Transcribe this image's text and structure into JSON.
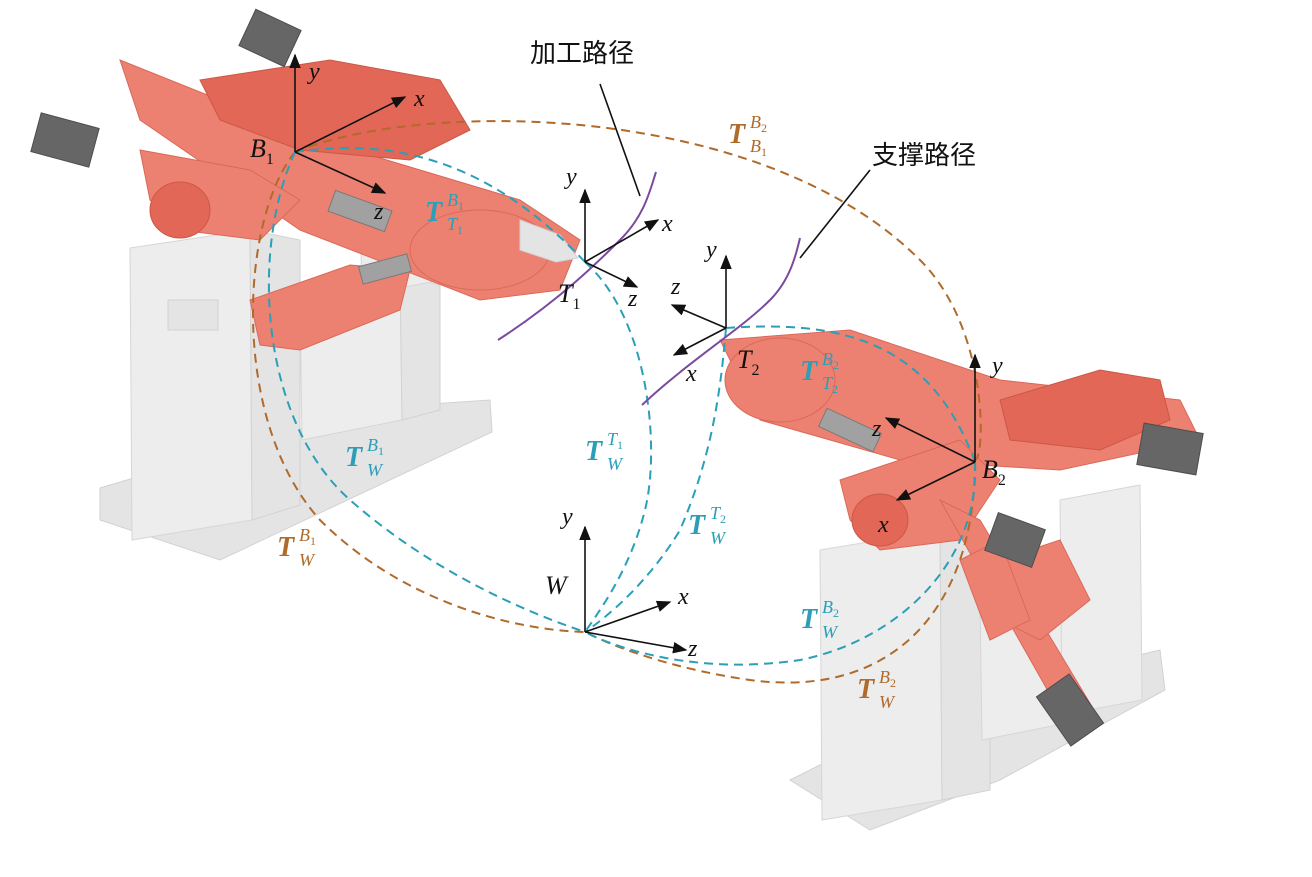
{
  "labels": {
    "machining_path": "加工路径",
    "support_path": "支撑路径"
  },
  "frames": {
    "B1": {
      "base": "B",
      "sub": "1",
      "axes": {
        "y": "y",
        "x": "x",
        "z": "z"
      }
    },
    "T1": {
      "base": "T",
      "sub": "1",
      "axes": {
        "y": "y",
        "x": "x",
        "z": "z"
      }
    },
    "T2": {
      "base": "T",
      "sub": "2",
      "axes": {
        "y": "y",
        "x": "x",
        "z": "z"
      }
    },
    "B2": {
      "base": "B",
      "sub": "2",
      "axes": {
        "y": "y",
        "x": "x",
        "z": "z"
      }
    },
    "W": {
      "base": "W",
      "sub": "",
      "axes": {
        "y": "y",
        "x": "x",
        "z": "z"
      }
    }
  },
  "transforms": {
    "T_B1_B2": {
      "main": "T",
      "super": "B",
      "super_sub": "2",
      "sub": "B",
      "sub_sub": "1",
      "color": "#b06a2a"
    },
    "T_T1_B1": {
      "main": "T",
      "super": "B",
      "super_sub": "1",
      "sub": "T",
      "sub_sub": "1",
      "color": "#2a9fb7"
    },
    "T_T2_B2": {
      "main": "T",
      "super": "B",
      "super_sub": "2",
      "sub": "T",
      "sub_sub": "2",
      "color": "#2a9fb7"
    },
    "T_W_B1_cyan": {
      "main": "T",
      "super": "B",
      "super_sub": "1",
      "sub": "W",
      "sub_sub": "",
      "color": "#2a9fb7"
    },
    "T_W_B1_brown": {
      "main": "T",
      "super": "B",
      "super_sub": "1",
      "sub": "W",
      "sub_sub": "",
      "color": "#b06a2a"
    },
    "T_W_T1": {
      "main": "T",
      "super": "T",
      "super_sub": "1",
      "sub": "W",
      "sub_sub": "",
      "color": "#2a9fb7"
    },
    "T_W_T2": {
      "main": "T",
      "super": "T",
      "super_sub": "2",
      "sub": "W",
      "sub_sub": "",
      "color": "#2a9fb7"
    },
    "T_W_B2_cyan": {
      "main": "T",
      "super": "B",
      "super_sub": "2",
      "sub": "W",
      "sub_sub": "",
      "color": "#2a9fb7"
    },
    "T_W_B2_brown": {
      "main": "T",
      "super": "B",
      "super_sub": "2",
      "sub": "W",
      "sub_sub": "",
      "color": "#b06a2a"
    }
  },
  "colors": {
    "robot_red": "#ec7766",
    "column_grey": "#ececec",
    "cyan_path": "#2a9fb7",
    "brown_path": "#b06a2a",
    "purple_path": "#7a4a9e"
  }
}
